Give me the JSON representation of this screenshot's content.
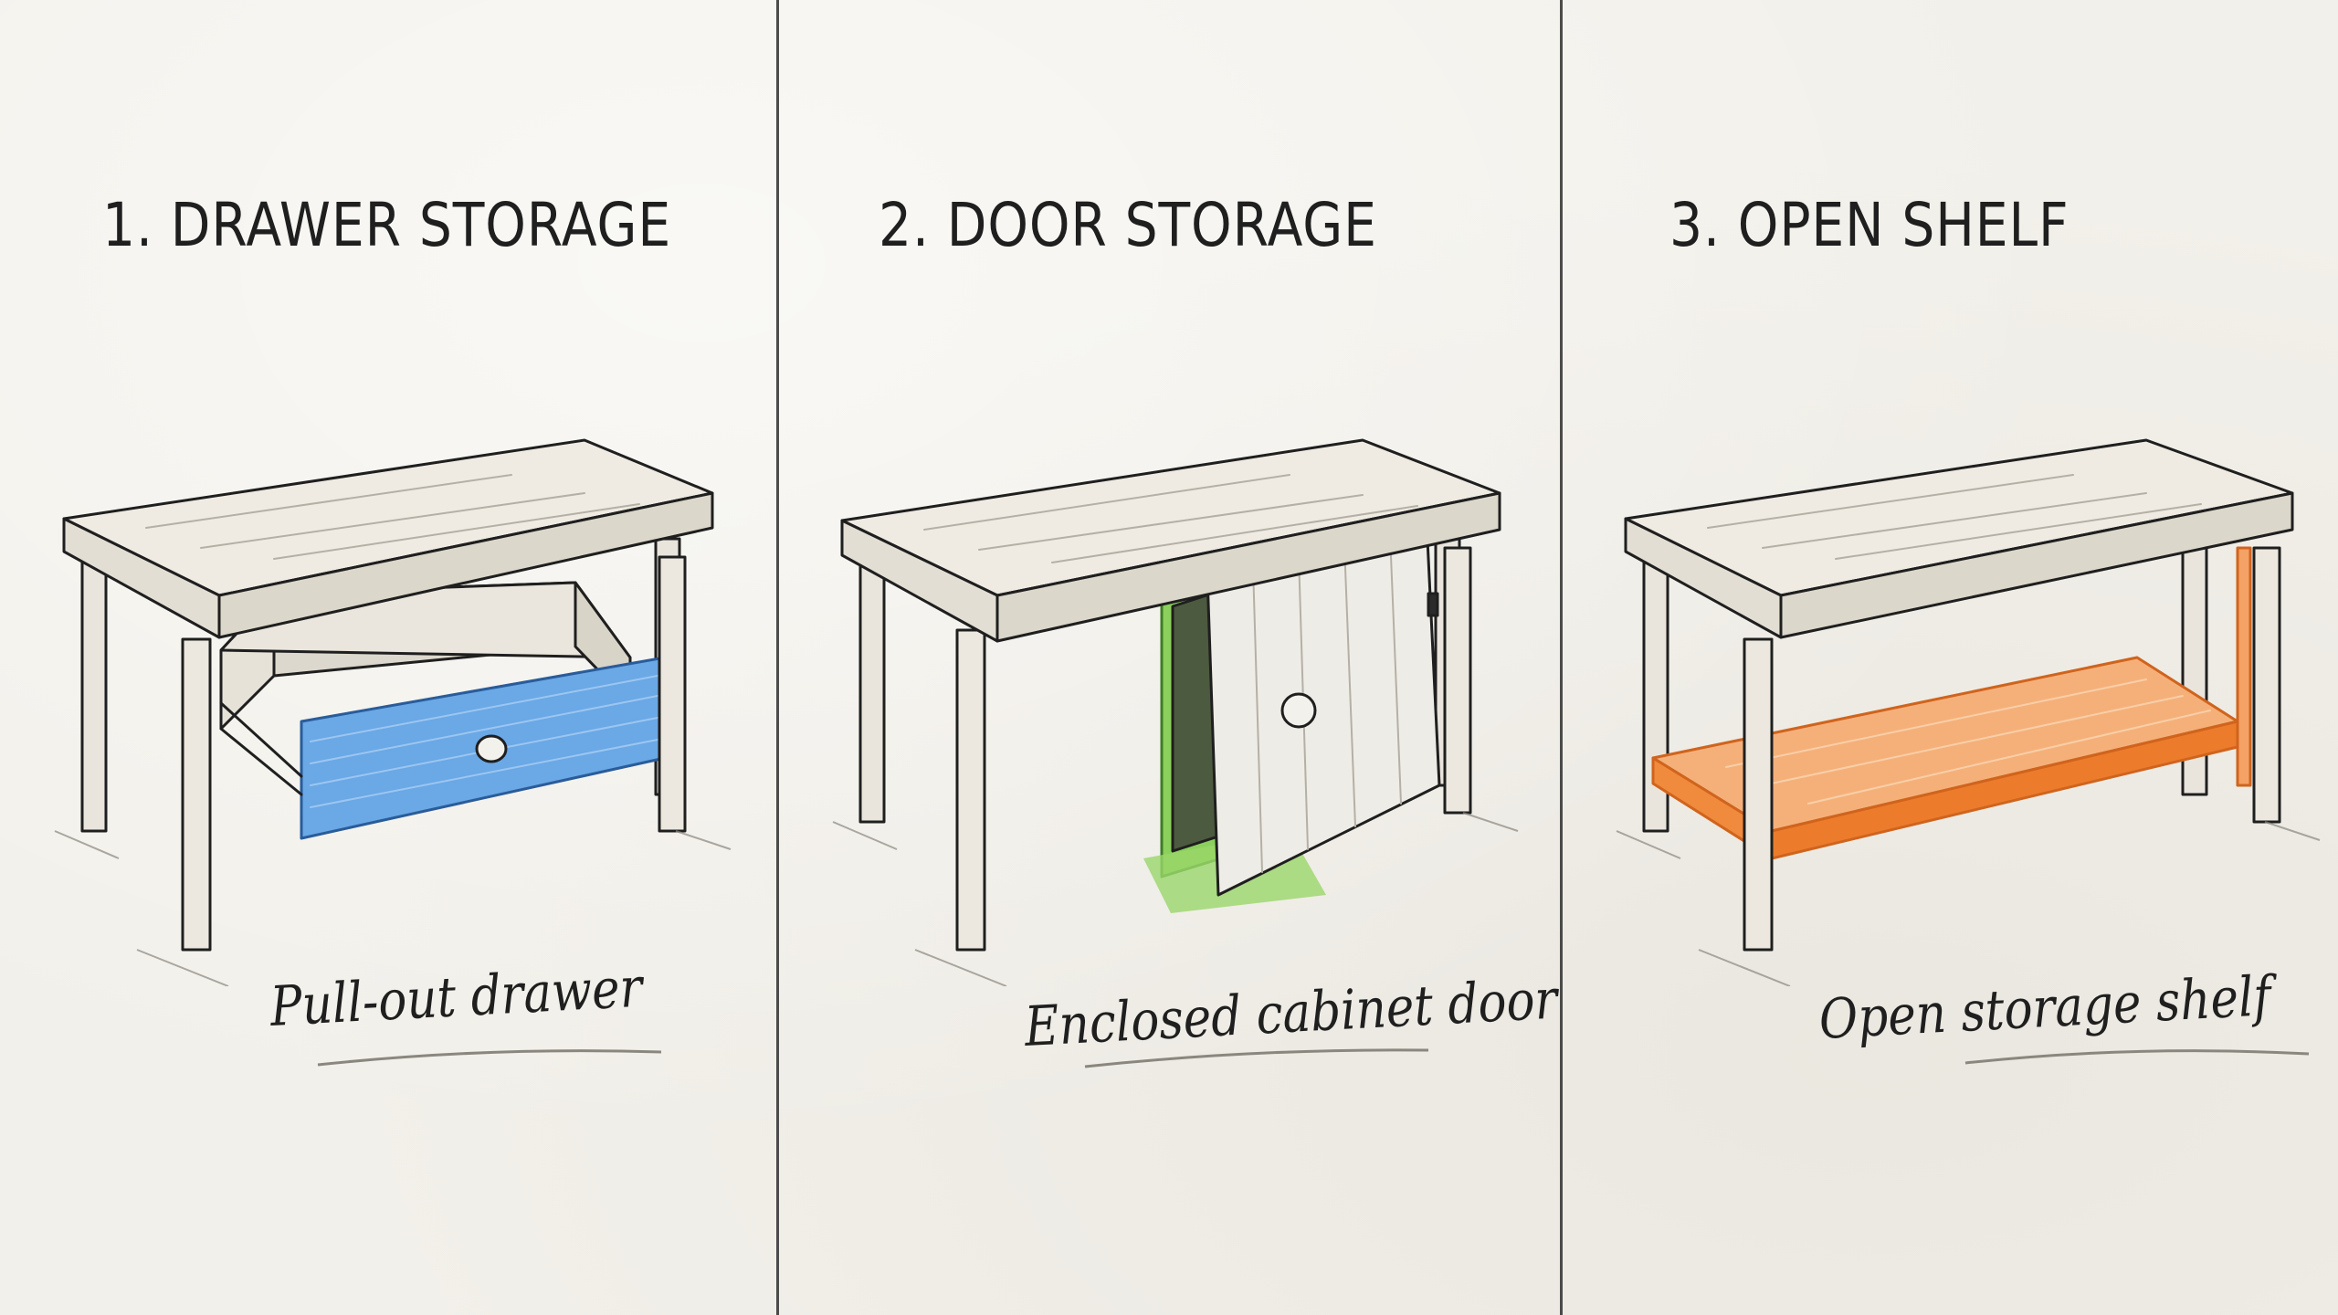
{
  "panels": [
    {
      "title": "1. DRAWER STORAGE",
      "caption": "Pull-out drawer",
      "highlight_color": "#5a9fe0",
      "illustration": "table-with-drawer"
    },
    {
      "title": "2. DOOR STORAGE",
      "caption": "Enclosed cabinet door",
      "highlight_color": "#7cc44f",
      "illustration": "table-with-cabinet-door"
    },
    {
      "title": "3. OPEN SHELF",
      "caption": "Open storage shelf",
      "highlight_color": "#f08a3c",
      "illustration": "table-with-open-shelf"
    }
  ],
  "colors": {
    "paper": "#f2f0ea",
    "ink": "#1f1f1f",
    "wood": "#ece8df"
  }
}
